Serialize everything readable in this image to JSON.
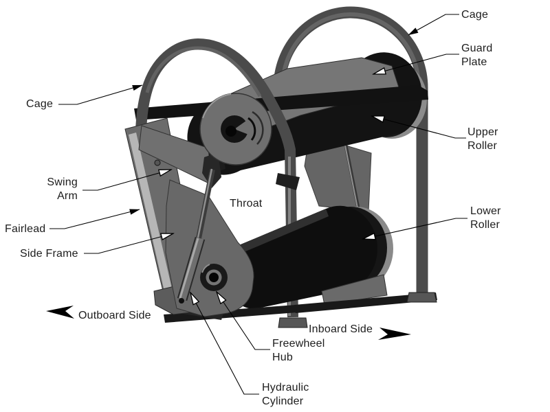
{
  "meta": {
    "type": "technical-diagram",
    "subject": "Dual-roller fairlead assembly, isometric CAD view",
    "background": "#ffffff"
  },
  "colors": {
    "leader_line": "#000000",
    "label_text": "#1c1c1c",
    "plate_gray": "#6e6e6e",
    "tube_gray": "#4b4b4b",
    "roller_dark": "#131313",
    "fairlead_strip": "#b6b6b6",
    "end_cap_rim": "#8b8b8b",
    "open_arrow_fill": "#ffffff",
    "filled_arrow_fill": "#000000"
  },
  "labels": {
    "cage_left": {
      "text": "Cage",
      "arrow": "filled"
    },
    "cage_right": {
      "text": "Cage",
      "arrow": "filled"
    },
    "guard_plate": {
      "text": "Guard\nPlate",
      "arrow": "open"
    },
    "upper_roller": {
      "text": "Upper\nRoller",
      "arrow": "open"
    },
    "lower_roller": {
      "text": "Lower\nRoller",
      "arrow": "open"
    },
    "swing_arm": {
      "text": "Swing\nArm",
      "arrow": "open"
    },
    "fairlead": {
      "text": "Fairlead",
      "arrow": "filled"
    },
    "side_frame": {
      "text": "Side Frame",
      "arrow": "open"
    },
    "throat": {
      "text": "Throat",
      "arrow": "none"
    },
    "outboard_side": {
      "text": "Outboard Side",
      "arrow": "solid-left"
    },
    "inboard_side": {
      "text": "Inboard Side",
      "arrow": "solid-right"
    },
    "freewheel_hub": {
      "text": "Freewheel\nHub",
      "arrow": "open"
    },
    "hydraulic_cylinder": {
      "text": "Hydraulic\nCylinder",
      "arrow": "open"
    }
  }
}
